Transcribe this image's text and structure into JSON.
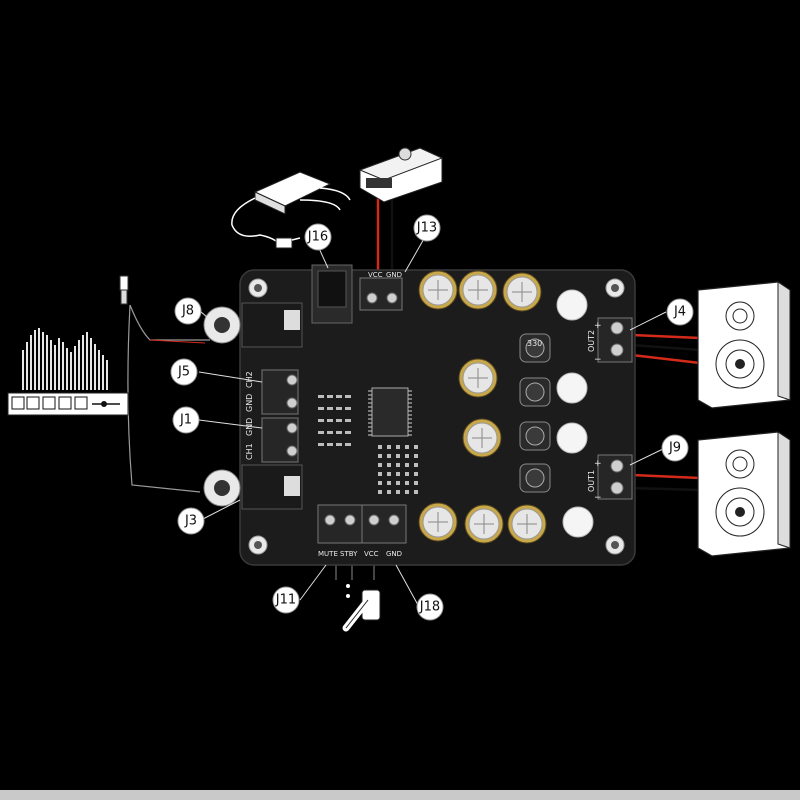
{
  "callouts": [
    {
      "id": "J16",
      "text": "J16"
    },
    {
      "id": "J13",
      "text": "J13"
    },
    {
      "id": "J8",
      "text": "J8"
    },
    {
      "id": "J5",
      "text": "J5"
    },
    {
      "id": "J1",
      "text": "J1"
    },
    {
      "id": "J3",
      "text": "J3"
    },
    {
      "id": "J4",
      "text": "J4"
    },
    {
      "id": "J9",
      "text": "J9"
    },
    {
      "id": "J11",
      "text": "J11"
    },
    {
      "id": "J18",
      "text": "J18"
    }
  ],
  "board_silk": {
    "vcc_top": "VCC",
    "gnd_top": "GND",
    "out2": "OUT2",
    "out1": "OUT1",
    "ch2": "CH2",
    "gnd_j5": "GND",
    "ch1": "CH1",
    "gnd_j1": "GND",
    "mute": "MUTE",
    "stby": "STBY",
    "vcc_bottom": "VCC",
    "gnd_bottom": "GND",
    "plus2": "+",
    "minus2": "−",
    "plus1": "+",
    "minus1": "−",
    "inductor": "330"
  },
  "colors": {
    "background": "#000000",
    "board": "#1c1c1c",
    "callout_fill": "#ffffff",
    "power_wire": "#d42a1a",
    "speaker_fill": "#ffffff"
  }
}
